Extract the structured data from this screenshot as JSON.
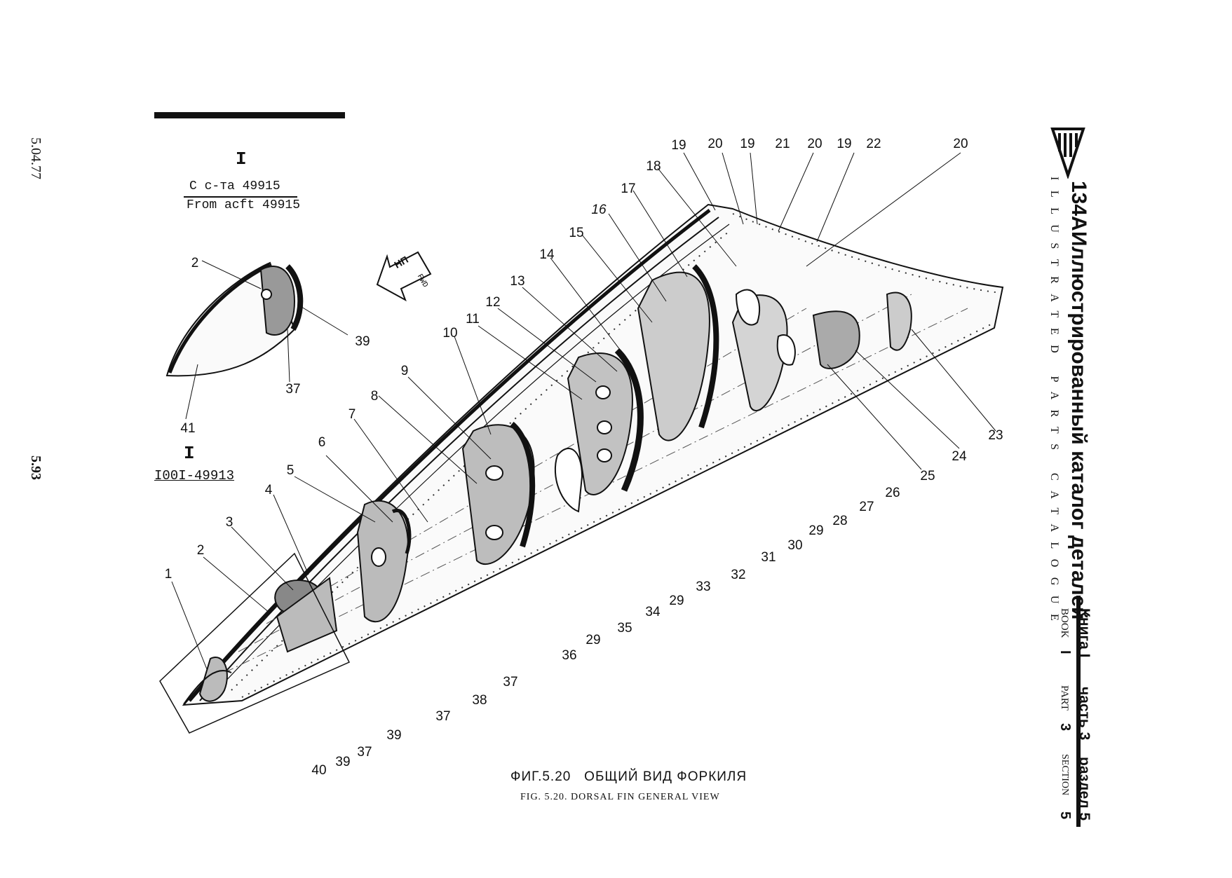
{
  "page": {
    "date": "5.04.77",
    "page_number": "5.93"
  },
  "header_block": {
    "model": "134A",
    "title_ru": "Иллюстрированный каталог деталей",
    "title_en": "ILLUSTRATED PARTS CATALOGUE",
    "book_ru": "Книга I",
    "part_ru": "часть 3",
    "section_ru": "раздел 5",
    "book_en": "BOOK",
    "book_num": "I",
    "part_en": "PART",
    "part_num": "3",
    "section_en": "SECTION",
    "section_num": "5"
  },
  "effectivity": {
    "view_marker_1": "I",
    "from_ru": "С с-та 49915",
    "from_en": "From acft 49915",
    "view_marker_2": "I",
    "range": "I00I-49913"
  },
  "direction_arrow": {
    "label_ru": "НП",
    "label_en": "FWD"
  },
  "caption": {
    "ru": "ФИГ.5.20   ОБЩИЙ ВИД ФОРКИЛЯ",
    "en": "FIG. 5.20. DORSAL FIN GENERAL VIEW"
  },
  "callouts": {
    "c1": "1",
    "c2a": "2",
    "c2b": "2",
    "c3": "3",
    "c4": "4",
    "c5": "5",
    "c6": "6",
    "c7": "7",
    "c8": "8",
    "c9": "9",
    "c10": "10",
    "c11": "11",
    "c12": "12",
    "c13": "13",
    "c14": "14",
    "c15": "15",
    "c16": "16",
    "c17": "17",
    "c18": "18",
    "c19a": "19",
    "c19b": "19",
    "c19c": "19",
    "c20a": "20",
    "c20b": "20",
    "c20c": "20",
    "c21": "21",
    "c22": "22",
    "c23": "23",
    "c24": "24",
    "c25": "25",
    "c26": "26",
    "c27": "27",
    "c28": "28",
    "c29a": "29",
    "c29b": "29",
    "c29c": "29",
    "c30": "30",
    "c31": "31",
    "c32": "32",
    "c33": "33",
    "c34": "34",
    "c35": "35",
    "c36": "36",
    "c37a": "37",
    "c37b": "37",
    "c37c": "37",
    "c37d": "37",
    "c38": "38",
    "c39a": "39",
    "c39b": "39",
    "c39c": "39",
    "c40": "40",
    "c41": "41"
  }
}
